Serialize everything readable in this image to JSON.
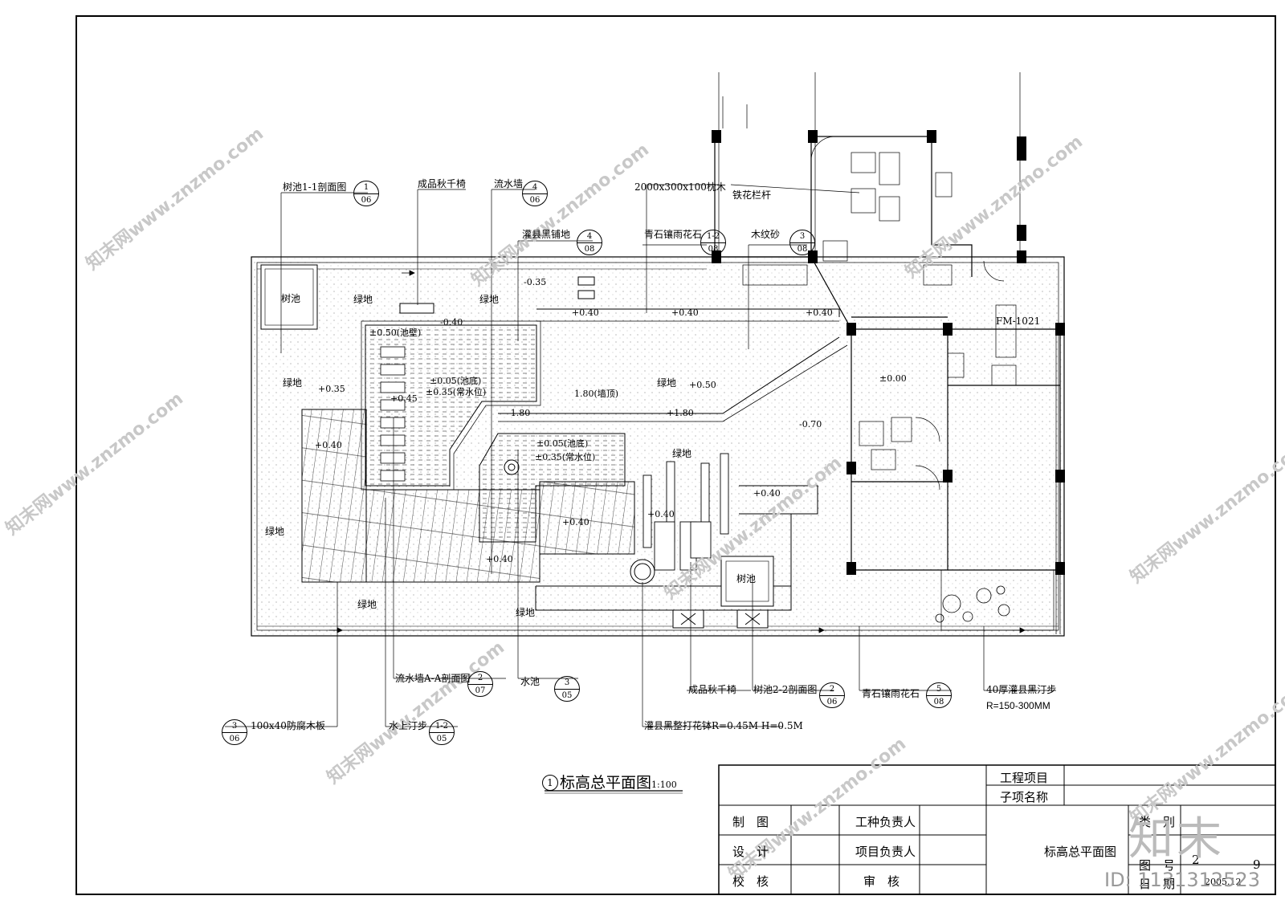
{
  "drawing_title": "标高总平面图",
  "drawing_number_circle": "1",
  "drawing_scale": "1:100",
  "labels": {
    "tree_pool_section": "树池1-1剖面图",
    "swing_chair_top": "成品秋千椅",
    "flowing_wall": "流水墙",
    "black_paving": "灌县黑铺地",
    "sleeper": "2000x300x100枕木",
    "iron_railing": "铁花栏杆",
    "bluestone_inlay_top": "青石镶雨花石",
    "wood_sand": "木纹砂",
    "tree_pool_left": "树池",
    "tree_pool_right": "树池",
    "green_1": "绿地",
    "green_2": "绿地",
    "green_3": "绿地",
    "green_4": "绿地",
    "green_5": "绿地",
    "green_6": "绿地",
    "green_7": "绿地",
    "green_8": "绿地",
    "door": "FM-1021",
    "flow_wall_section": "流水墙A-A剖面图",
    "pond": "水池",
    "swing_chair_bottom": "成品秋千椅",
    "tree_pool_2_section": "树池2-2剖面图",
    "bluestone_inlay_bottom": "青石镶雨花石",
    "stepping_stone": "40厚灌县黑汀步",
    "stepping_radius": "R=150-300MM",
    "antiseptic_board": "100x40防腐木板",
    "water_step": "水上汀步",
    "black_stone_pot": "灌县黑整打花钵R=0.45M H=0.5M"
  },
  "elevations": {
    "e1": "-0.35",
    "e2": "-0.40",
    "e3": "+0.40",
    "e4": "+0.40",
    "e5": "+0.40",
    "e6": "±0.50(池壁)",
    "e7": "±0.05(池底)",
    "e8": "±0.35(常水位)",
    "e9": "+0.45",
    "e10": "+0.35",
    "e11": "+0.40",
    "e12": "-1.80",
    "e13": "1.80(墙顶)",
    "e14": "+1.80",
    "e15": "+0.50",
    "e16": "±0.05(池底)",
    "e17": "±0.35(常水位)",
    "e18": "±0.00",
    "e19": "-0.70",
    "e20": "+0.40",
    "e21": "+0.40",
    "e22": "+0.40",
    "e23": "+0.40"
  },
  "section_refs": {
    "r1": {
      "top": "1",
      "bottom": "06"
    },
    "r2": {
      "top": "4",
      "bottom": "06"
    },
    "r3": {
      "top": "4",
      "bottom": "08"
    },
    "r4": {
      "top": "1-2",
      "bottom": "08"
    },
    "r5": {
      "top": "3",
      "bottom": "08"
    },
    "r6": {
      "top": "2",
      "bottom": "07"
    },
    "r7": {
      "top": "3",
      "bottom": "05"
    },
    "r8": {
      "top": "2",
      "bottom": "06"
    },
    "r9": {
      "top": "5",
      "bottom": "08"
    },
    "r10": {
      "top": "3",
      "bottom": "06"
    },
    "r11": {
      "top": "1-2",
      "bottom": "05"
    }
  },
  "title_block": {
    "project": "工程项目",
    "sub_item": "子项名称",
    "draw": "制　图",
    "design": "设　计",
    "check": "校　核",
    "trade_lead": "工种负责人",
    "project_lead": "项目负责人",
    "review": "审　核",
    "sheet_name": "标高总平面图",
    "category_label": "类　别",
    "sheet_no_label": "图　号",
    "date_label": "日　期",
    "sheet_no": "2",
    "sheet_no_2": "9",
    "date": "2005.12"
  },
  "watermark": {
    "site": "知末网www.znzmo.com",
    "logo": "知末",
    "id": "ID: 1131312523"
  }
}
